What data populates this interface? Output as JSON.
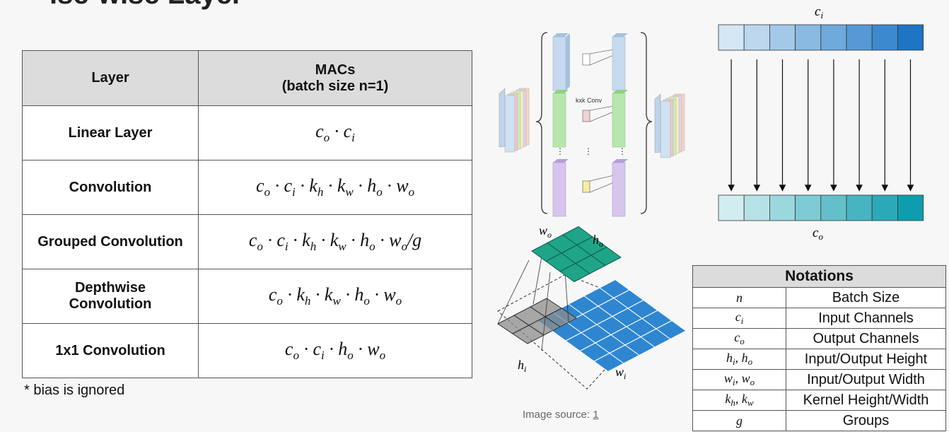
{
  "title": "ise-wise Layer",
  "table": {
    "headers": {
      "layer": "Layer",
      "macs_line1": "MACs",
      "macs_line2": "(batch size n=1)"
    },
    "rows": [
      {
        "layer": "Linear Layer",
        "layer2": "",
        "formula": [
          [
            "c",
            "o"
          ],
          [
            "c",
            "i"
          ]
        ],
        "suffix": ""
      },
      {
        "layer": "Convolution",
        "layer2": "",
        "formula": [
          [
            "c",
            "o"
          ],
          [
            "c",
            "i"
          ],
          [
            "k",
            "h"
          ],
          [
            "k",
            "w"
          ],
          [
            "h",
            "o"
          ],
          [
            "w",
            "o"
          ]
        ],
        "suffix": ""
      },
      {
        "layer": "Grouped Convolution",
        "layer2": "",
        "formula": [
          [
            "c",
            "o"
          ],
          [
            "c",
            "i"
          ],
          [
            "k",
            "h"
          ],
          [
            "k",
            "w"
          ],
          [
            "h",
            "o"
          ],
          [
            "w",
            "o"
          ]
        ],
        "suffix": "/g"
      },
      {
        "layer": "Depthwise",
        "layer2": "Convolution",
        "formula": [
          [
            "c",
            "o"
          ],
          [
            "k",
            "h"
          ],
          [
            "k",
            "w"
          ],
          [
            "h",
            "o"
          ],
          [
            "w",
            "o"
          ]
        ],
        "suffix": ""
      },
      {
        "layer": "1x1 Convolution",
        "layer2": "",
        "formula": [
          [
            "c",
            "o"
          ],
          [
            "c",
            "i"
          ],
          [
            "h",
            "o"
          ],
          [
            "w",
            "o"
          ]
        ],
        "suffix": ""
      }
    ]
  },
  "footnote": "* bias is ignored",
  "notations": {
    "title": "Notations",
    "rows": [
      {
        "symbol": "n",
        "desc": "Batch Size"
      },
      {
        "symbol": "c_i",
        "desc": "Input Channels"
      },
      {
        "symbol": "c_o",
        "desc": "Output Channels"
      },
      {
        "symbol": "h_i, h_o",
        "desc": "Input/Output Height"
      },
      {
        "symbol": "w_i, w_o",
        "desc": "Input/Output Width"
      },
      {
        "symbol": "k_h, k_w",
        "desc": "Kernel Height/Width"
      },
      {
        "symbol": "g",
        "desc": "Groups"
      }
    ]
  },
  "image_source": {
    "label": "Image source: ",
    "link": "1"
  },
  "diagram": {
    "conv_label": "kxk Conv",
    "ellipsis": "⋮",
    "wo": "w",
    "wo_sub": "o",
    "ho": "h",
    "ho_sub": "o",
    "hi": "h",
    "hi_sub": "i",
    "wi": "w",
    "wi_sub": "i",
    "ci": "c",
    "ci_sub": "i",
    "co": "c",
    "co_sub": "o",
    "ci_colors": [
      "#d5e6f4",
      "#bcd7ee",
      "#a3c8e8",
      "#8ab9e2",
      "#70a9dc",
      "#5799d5",
      "#3d89cf",
      "#1f74c4"
    ],
    "co_colors": [
      "#d2edf0",
      "#b6e2e7",
      "#9bd7de",
      "#7fcbd4",
      "#63c0cb",
      "#47b4c1",
      "#2ba9b8",
      "#0e9dae"
    ]
  }
}
